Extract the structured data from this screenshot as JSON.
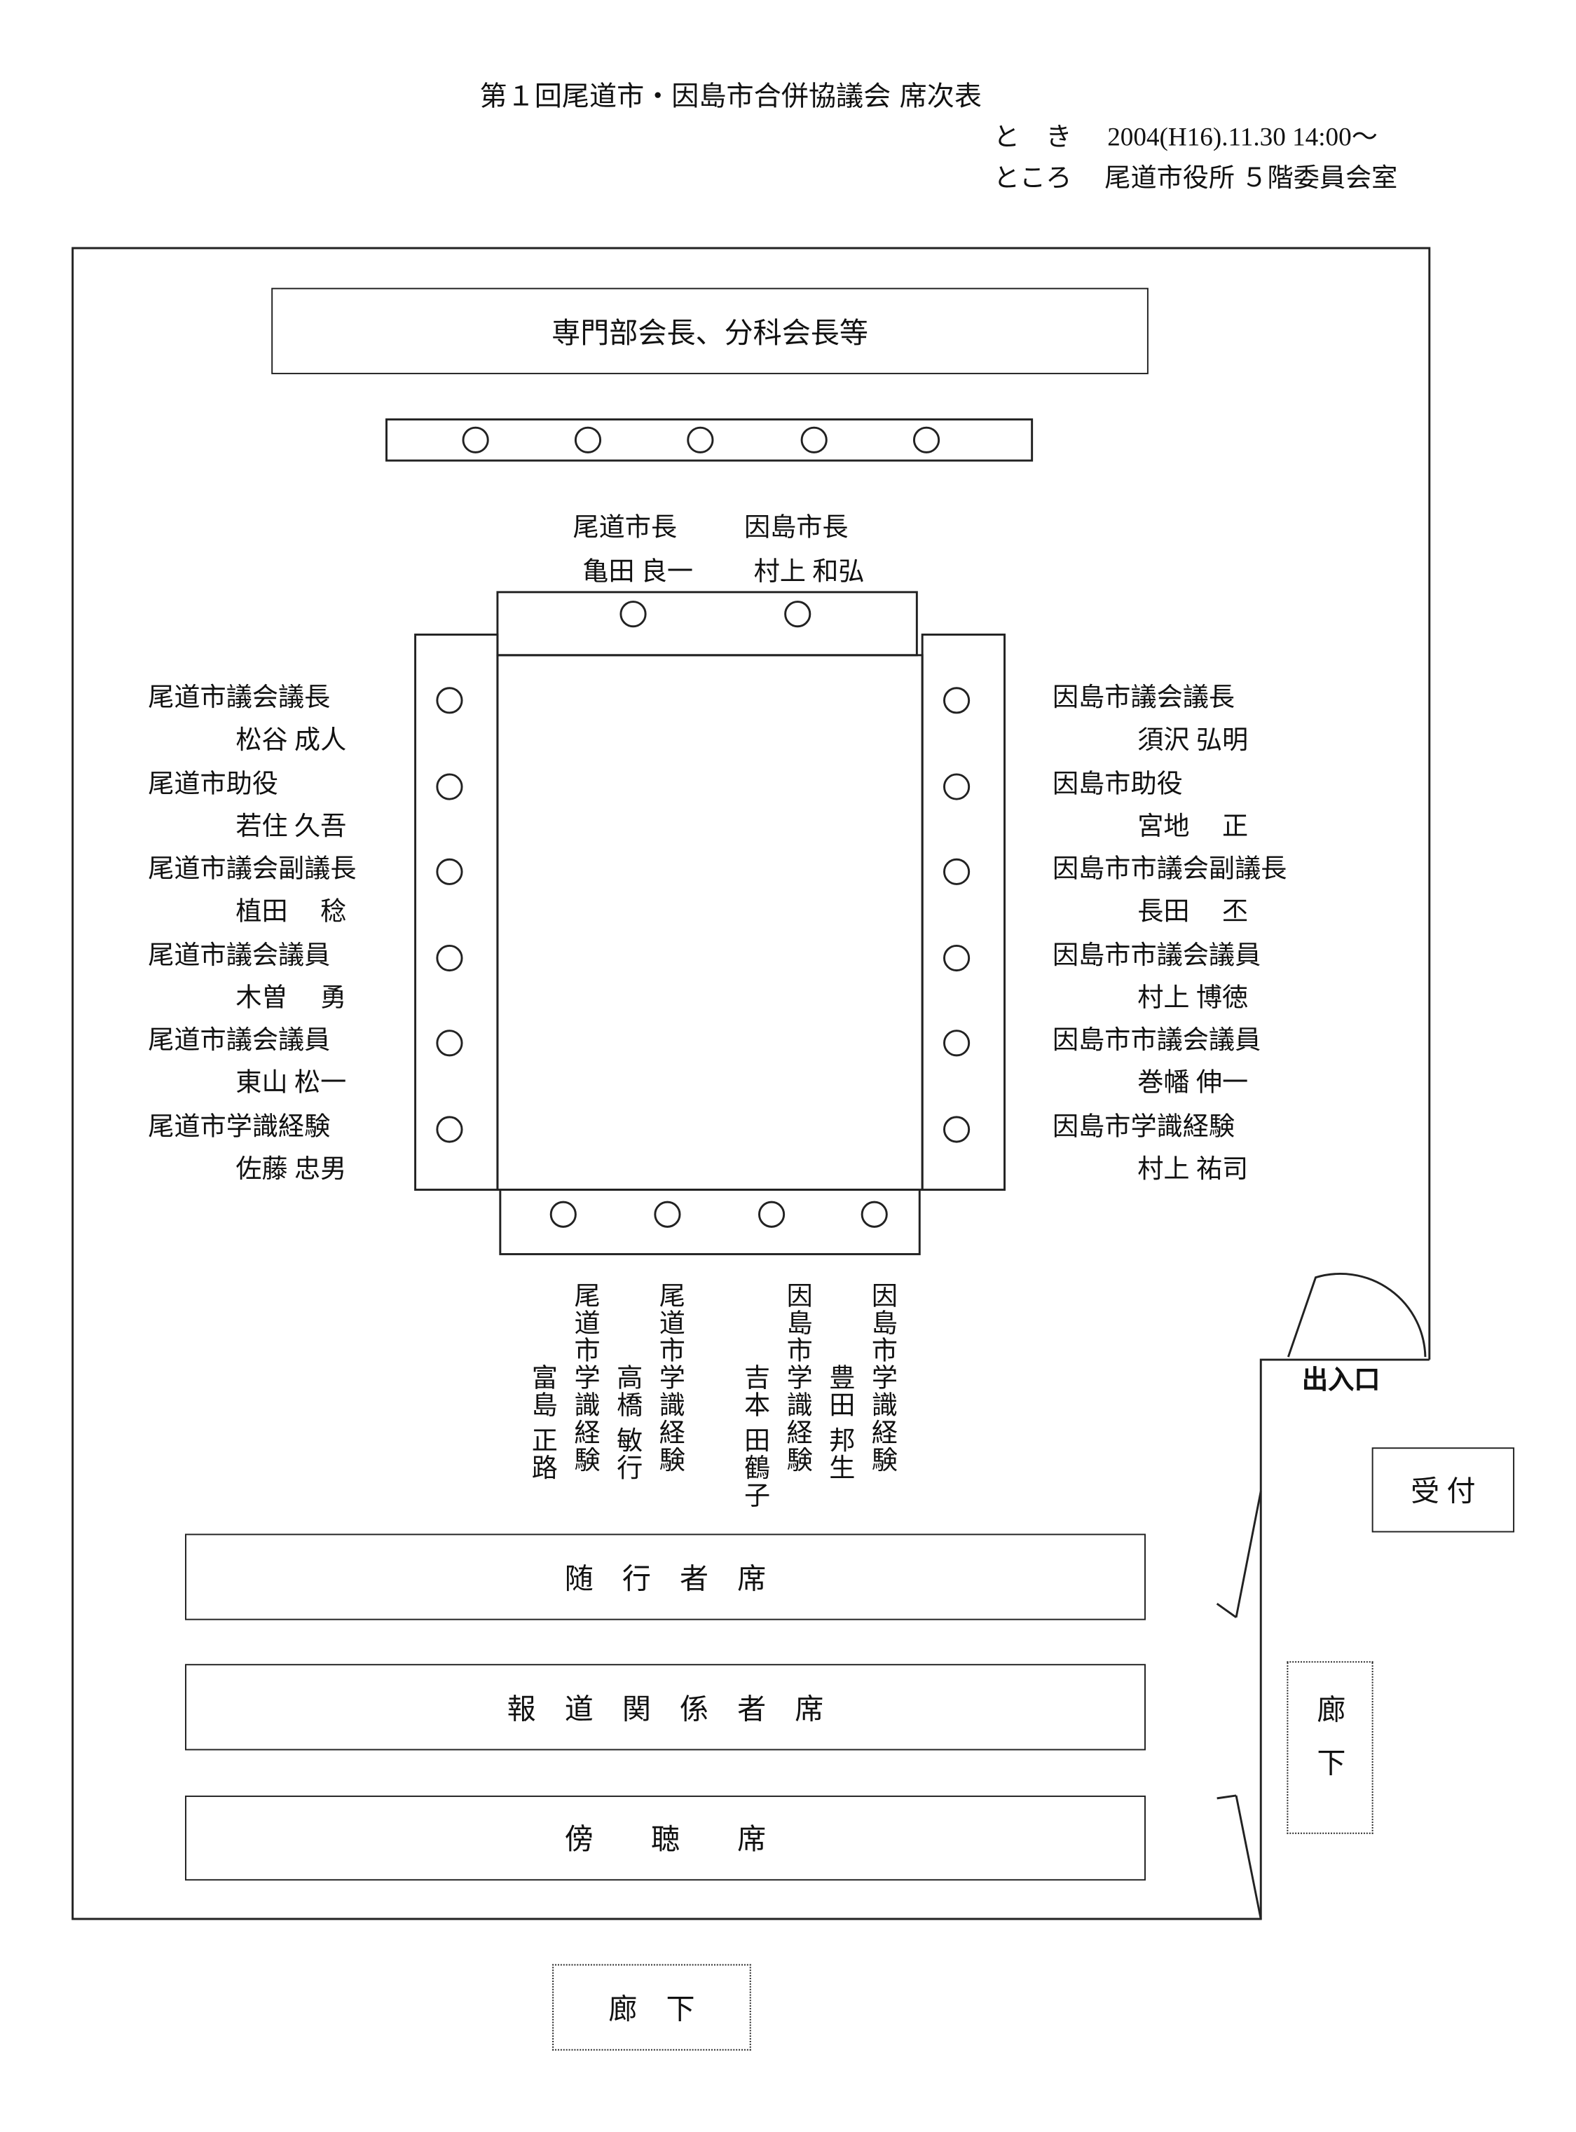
{
  "title": "第１回尾道市・因島市合併協議会 席次表",
  "when_label": "と　き",
  "when_value": "2004(H16).11.30 14:00～",
  "where_label": "ところ",
  "where_value": "尾道市役所 ５階委員会室",
  "head_table": "専門部会長、分科会長等",
  "mayors": [
    {
      "title": "尾道市長",
      "name": "亀田 良一"
    },
    {
      "title": "因島市長",
      "name": "村上 和弘"
    }
  ],
  "left_side": [
    {
      "title": "尾道市議会議長",
      "name": "松谷 成人"
    },
    {
      "title": "尾道市助役",
      "name": "若住 久吾"
    },
    {
      "title": "尾道市議会副議長",
      "name": "植田　 稔"
    },
    {
      "title": "尾道市議会議員",
      "name": "木曽　 勇"
    },
    {
      "title": "尾道市議会議員",
      "name": "東山 松一"
    },
    {
      "title": "尾道市学識経験",
      "name": "佐藤 忠男"
    }
  ],
  "right_side": [
    {
      "title": "因島市議会議長",
      "name": "須沢 弘明"
    },
    {
      "title": "因島市助役",
      "name": "宮地　 正"
    },
    {
      "title": "因島市市議会副議長",
      "name": "長田　 丕"
    },
    {
      "title": "因島市市議会議員",
      "name": "村上 博徳"
    },
    {
      "title": "因島市市議会議員",
      "name": "巻幡 伸一"
    },
    {
      "title": "因島市学識経験",
      "name": "村上 祐司"
    }
  ],
  "bottom_side": [
    {
      "title": "因島市学識経験",
      "name": "豊田 邦生"
    },
    {
      "title": "因島市学識経験",
      "name": "吉本 田鶴子"
    },
    {
      "title": "尾道市学識経験",
      "name": "高橋 敏行"
    },
    {
      "title": "尾道市学識経験",
      "name": "富島 正路"
    }
  ],
  "rows": [
    "随　行　者　席",
    "報　道　関　係　者　席",
    "傍　　聴　　席"
  ],
  "entrance": "出入口",
  "reception": "受 付",
  "corridor_side": "廊下",
  "corridor_bottom": "廊　下"
}
